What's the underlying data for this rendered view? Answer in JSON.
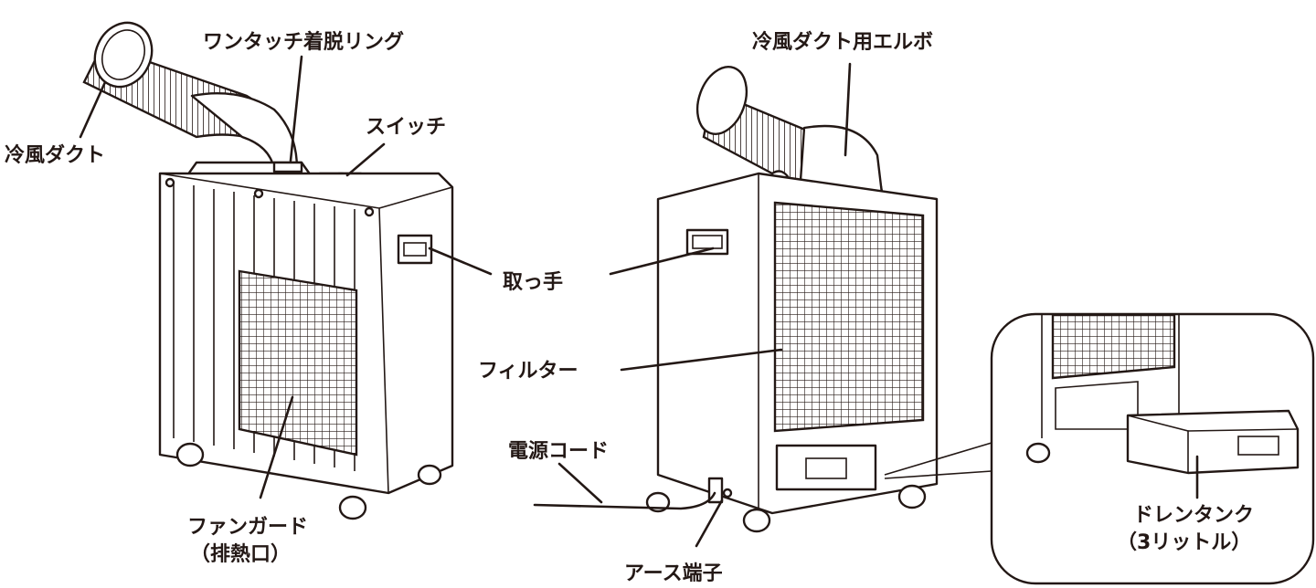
{
  "labels": {
    "cold_duct": "冷風ダクト",
    "quick_ring": "ワンタッチ着脱リング",
    "switch": "スイッチ",
    "handle": "取っ手",
    "filter": "フィルター",
    "fan_guard_line1": "ファンガード",
    "fan_guard_line2": "（排熱口）",
    "power_cord": "電源コード",
    "earth_terminal": "アース端子",
    "duct_elbow": "冷風ダクト用エルボ",
    "drain_tank_line1": "ドレンタンク",
    "drain_tank_line2": "（3リットル）"
  },
  "colors": {
    "ink": "#231815",
    "background": "#ffffff"
  }
}
